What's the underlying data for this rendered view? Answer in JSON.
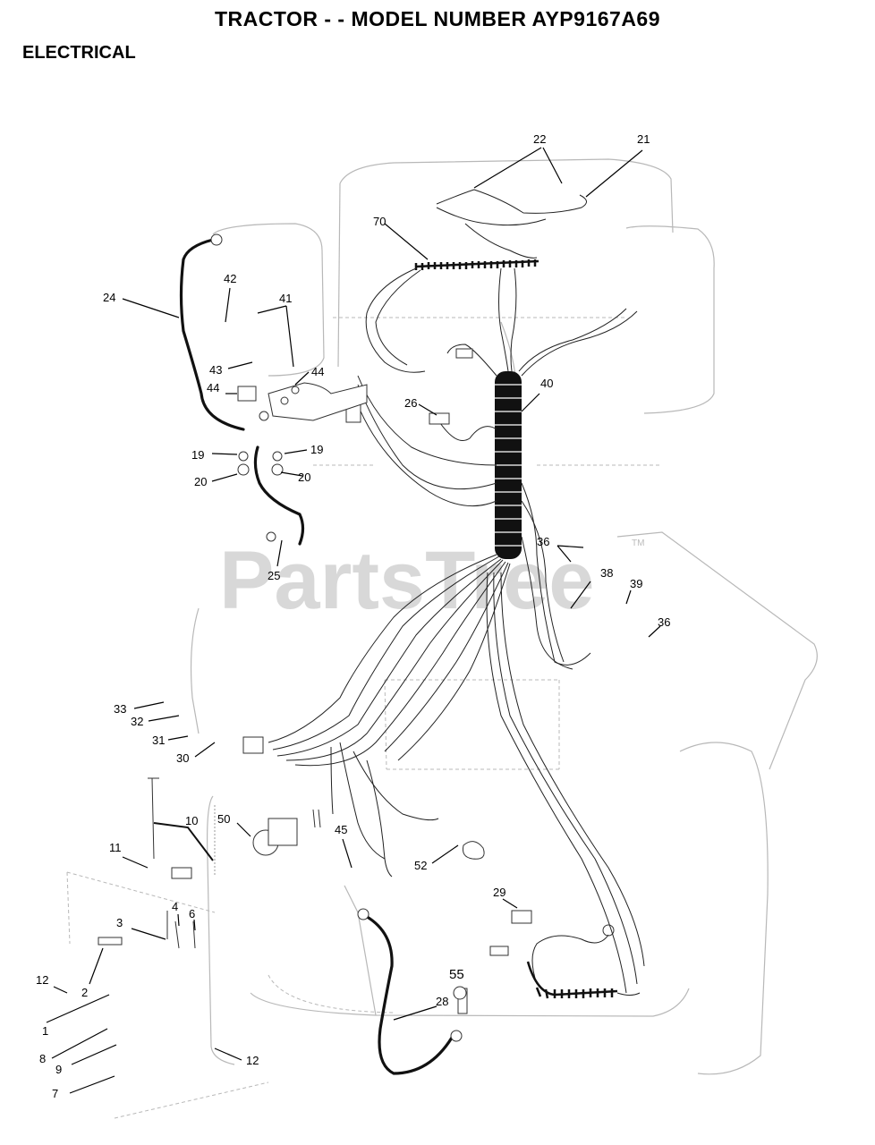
{
  "title": "TRACTOR - - MODEL NUMBER AYP9167A69",
  "section": "ELECTRICAL",
  "watermark": {
    "text": "PartsTree",
    "tm": "TM"
  },
  "callouts": [
    "22",
    "21",
    "70",
    "24",
    "42",
    "41",
    "43",
    "44",
    "44",
    "40",
    "26",
    "19",
    "19",
    "20",
    "20",
    "25",
    "36",
    "38",
    "39",
    "36",
    "33",
    "32",
    "31",
    "30",
    "10",
    "50",
    "11",
    "45",
    "52",
    "29",
    "3",
    "4",
    "6",
    "12",
    "2",
    "55",
    "28",
    "1",
    "8",
    "9",
    "12",
    "7"
  ]
}
